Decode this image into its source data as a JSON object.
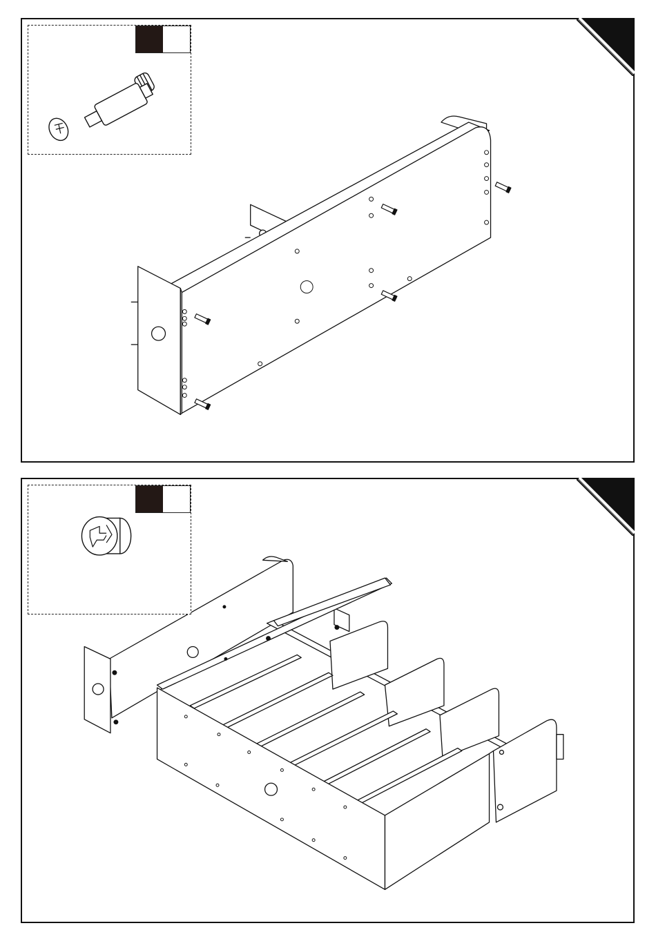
{
  "steps": [
    {
      "id": 1,
      "part": "cam-bolt",
      "qty_marker_colors": [
        "#231815",
        "#ffffff"
      ]
    },
    {
      "id": 2,
      "part": "cam-lock",
      "qty_marker_colors": [
        "#231815",
        "#ffffff"
      ]
    }
  ],
  "colors": {
    "line": "#111111",
    "fill": "#ffffff",
    "accent": "#231815"
  },
  "icons": [
    "cam-bolt-icon",
    "cam-lock-icon",
    "step-corner-tab-icon"
  ]
}
